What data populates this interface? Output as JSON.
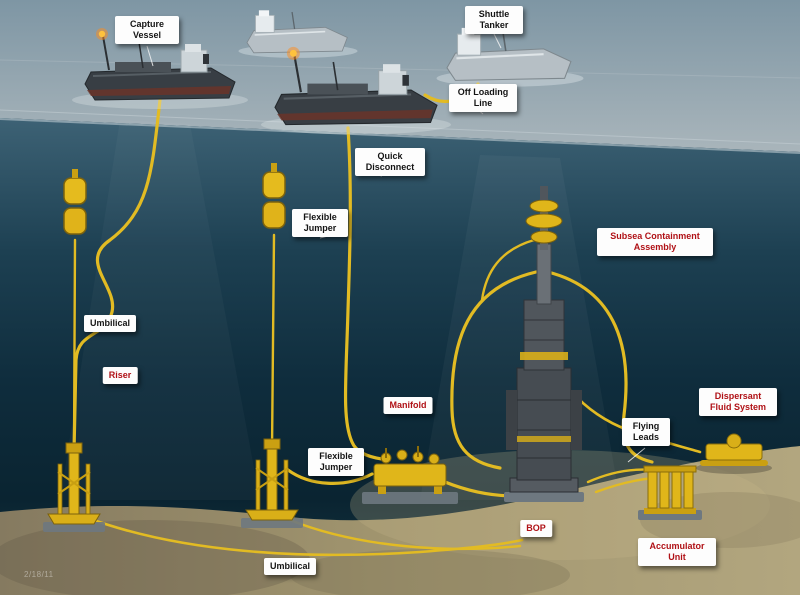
{
  "diagram": {
    "labels": {
      "capture_vessel": "Capture Vessel",
      "shuttle_tanker": "Shuttle Tanker",
      "off_loading_line": "Off Loading Line",
      "quick_disconnect": "Quick Disconnect",
      "flexible_jumper_upper": "Flexible Jumper",
      "umbilical_upper": "Umbilical",
      "riser": "Riser",
      "manifold": "Manifold",
      "subsea_containment_assembly": "Subsea Containment Assembly",
      "dispersant_fluid_system": "Dispersant Fluid System",
      "flying_leads": "Flying Leads",
      "bop": "BOP",
      "accumulator_unit": "Accumulator Unit",
      "flexible_jumper_lower": "Flexible Jumper",
      "umbilical_lower": "Umbilical",
      "watermark": "2/18/11"
    },
    "colors": {
      "equipment_yellow": "#e0b61a",
      "pipe_yellow": "#e2bb23",
      "label_red": "#b01116",
      "label_text": "#141414",
      "label_bg": "#ffffff",
      "water_surface": "#8aa0ac",
      "water_deep": "#0f2d3d",
      "seafloor": "#a89c7a"
    }
  }
}
